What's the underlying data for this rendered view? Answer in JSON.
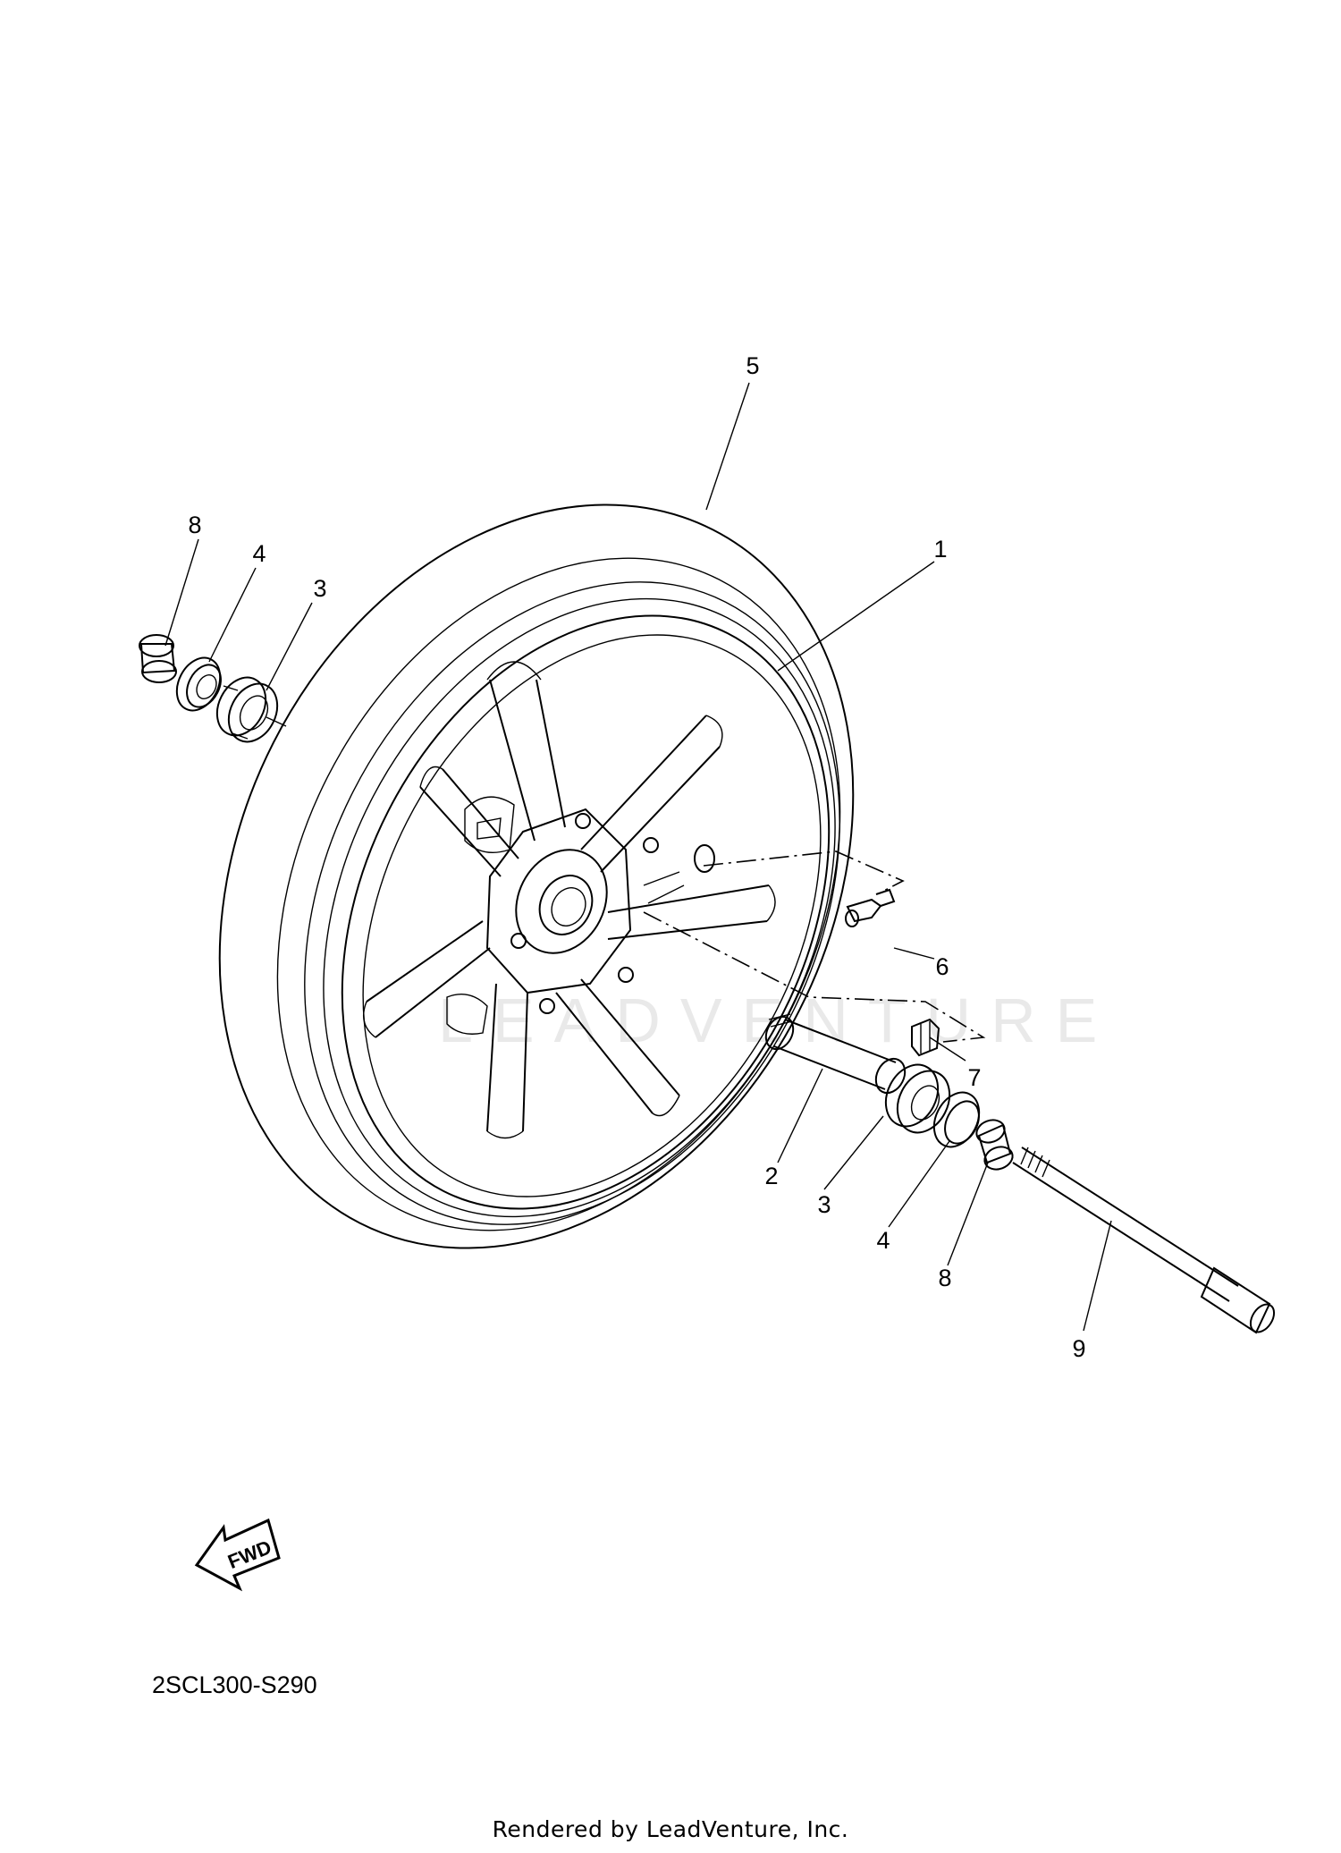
{
  "diagram": {
    "watermark": "LEADVENTURE",
    "callouts": [
      {
        "id": "c5",
        "text": "5"
      },
      {
        "id": "c1",
        "text": "1"
      },
      {
        "id": "c8a",
        "text": "8"
      },
      {
        "id": "c4a",
        "text": "4"
      },
      {
        "id": "c3a",
        "text": "3"
      },
      {
        "id": "c6",
        "text": "6"
      },
      {
        "id": "c7",
        "text": "7"
      },
      {
        "id": "c2",
        "text": "2"
      },
      {
        "id": "c3b",
        "text": "3"
      },
      {
        "id": "c4b",
        "text": "4"
      },
      {
        "id": "c8b",
        "text": "8"
      },
      {
        "id": "c9",
        "text": "9"
      }
    ],
    "direction_badge": "FWD",
    "diagram_code": "2SCL300-S290",
    "footer": "Rendered by LeadVenture, Inc."
  }
}
